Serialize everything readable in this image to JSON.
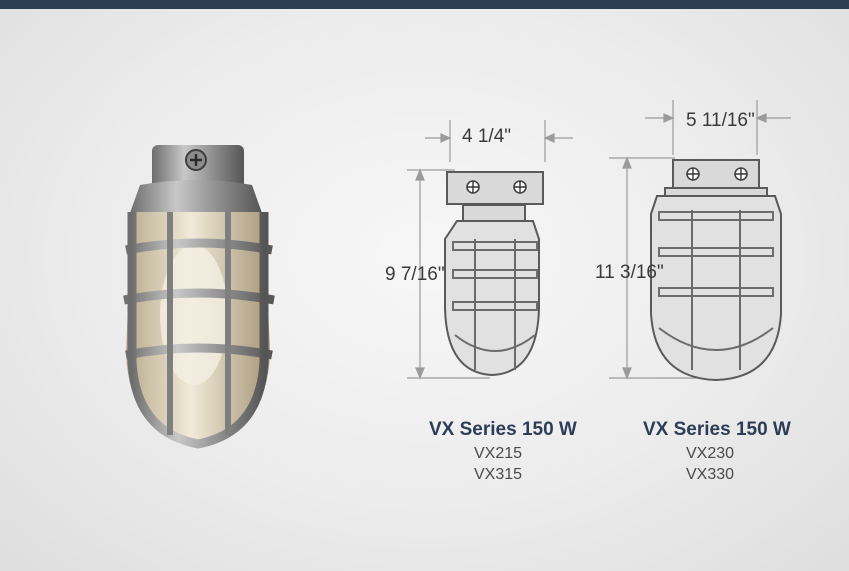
{
  "colors": {
    "topbar": "#2f3d52",
    "title": "#2d3d57",
    "dimension_line": "#9b9b9b"
  },
  "fixture_small": {
    "width_label": "4 1/4\"",
    "height_label": "9 7/16\"",
    "series": "VX Series 150 W",
    "models": [
      "VX215",
      "VX315"
    ]
  },
  "fixture_large": {
    "width_label": "5 11/16\"",
    "height_label": "11 3/16\"",
    "series": "VX Series 150 W",
    "models": [
      "VX230",
      "VX330"
    ]
  },
  "photo": {
    "icon": "vapor-tight-fixture-photo"
  }
}
